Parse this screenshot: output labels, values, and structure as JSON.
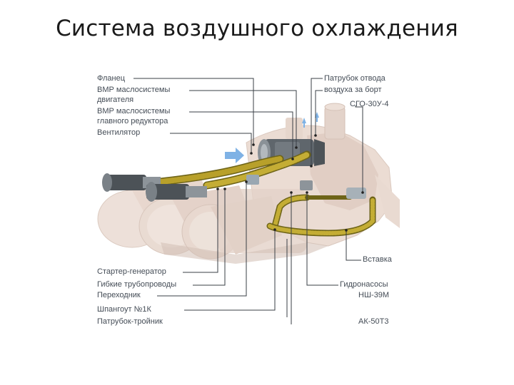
{
  "title": "Система воздушного охлаждения",
  "labels_left_top": [
    {
      "text": "Фланец"
    },
    {
      "text": "ВМР маслосистемы"
    },
    {
      "text": "двигателя"
    },
    {
      "text": "ВМР маслосистемы"
    },
    {
      "text": "главного редуктора"
    },
    {
      "text": "Вентилятор"
    }
  ],
  "labels_right_top": [
    {
      "text": "Патрубок отвода"
    },
    {
      "text": "воздуха за борт"
    },
    {
      "text": "СГО-30У-4"
    }
  ],
  "labels_left_bottom": [
    {
      "text": "Стартер-генератор"
    },
    {
      "text": "Гибкие трубопроводы"
    },
    {
      "text": "Переходник"
    },
    {
      "text": "Шпангоут №1К"
    },
    {
      "text": "Патрубок-тройник"
    }
  ],
  "labels_right_bottom": [
    {
      "text": "Вставка"
    },
    {
      "text": "Гидронасосы"
    },
    {
      "text": "НШ-39М"
    },
    {
      "text": "АК-50Т3"
    }
  ],
  "colors": {
    "engine_body": "#e8d6cc",
    "engine_shadow": "#c9b4a8",
    "flex_pipe": "#b8a02a",
    "flex_pipe_dark": "#6e6418",
    "fan": "#6d7378",
    "arrow": "#7fb2e5",
    "leader_line": "#3a3f46",
    "label_text": "#444c56"
  }
}
